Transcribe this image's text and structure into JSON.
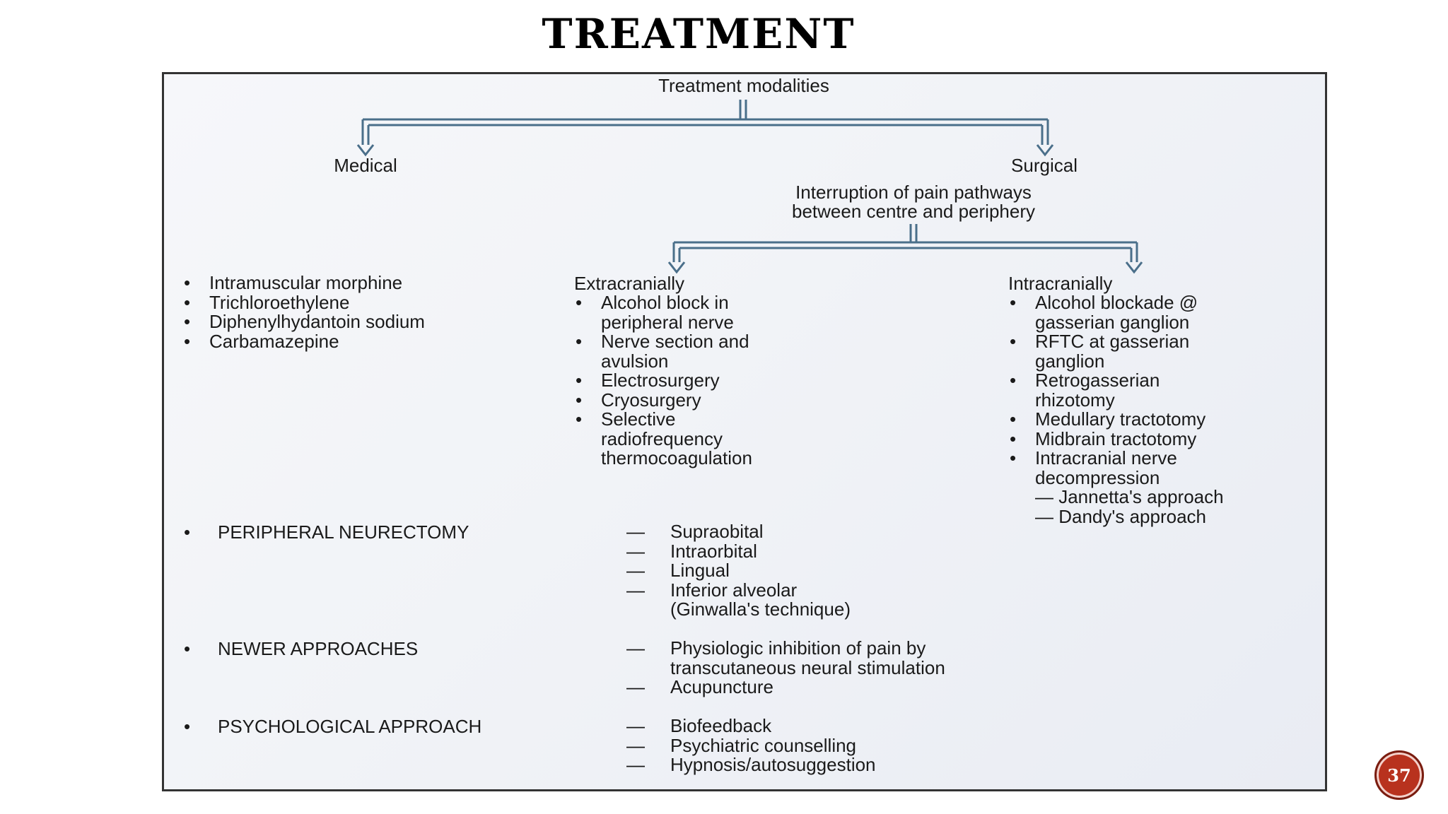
{
  "slide": {
    "title": "TREATMENT",
    "page_number": "37"
  },
  "diagram": {
    "root": "Treatment modalities",
    "medical": {
      "label": "Medical",
      "items": [
        "Intramuscular morphine",
        "Trichloroethylene",
        "Diphenylhydantoin sodium",
        "Carbamazepine"
      ]
    },
    "surgical": {
      "label": "Surgical",
      "subtitle_line1": "Interruption of pain pathways",
      "subtitle_line2": "between centre and periphery",
      "extracranial": {
        "label": "Extracranially",
        "items": [
          [
            "Alcohol block in",
            "peripheral nerve"
          ],
          [
            "Nerve section and",
            "avulsion"
          ],
          [
            "Electrosurgery"
          ],
          [
            "Cryosurgery"
          ],
          [
            "Selective",
            "radiofrequency",
            "thermocoagulation"
          ]
        ]
      },
      "intracranial": {
        "label": "Intracranially",
        "items": [
          [
            "Alcohol blockade @",
            "gasserian ganglion"
          ],
          [
            "RFTC at gasserian",
            "ganglion"
          ],
          [
            "Retrogasserian",
            "rhizotomy"
          ],
          [
            "Medullary tractotomy"
          ],
          [
            "Midbrain tractotomy"
          ],
          [
            "Intracranial nerve",
            "decompression"
          ]
        ],
        "sub_items": [
          "— Jannetta's approach",
          "— Dandy's approach"
        ]
      }
    },
    "peripheral_neurectomy": {
      "label": "PERIPHERAL NEURECTOMY",
      "items": [
        "Supraobital",
        "Intraorbital",
        "Lingual",
        "Inferior alveolar"
      ],
      "continuation": "(Ginwalla's technique)"
    },
    "newer_approaches": {
      "label": "NEWER APPROACHES",
      "item1_line1": "Physiologic inhibition of pain by",
      "item1_line2": "transcutaneous neural stimulation",
      "item2": "Acupuncture"
    },
    "psychological_approach": {
      "label": "PSYCHOLOGICAL APPROACH",
      "items": [
        "Biofeedback",
        "Psychiatric counselling",
        "Hypnosis/autosuggestion"
      ]
    }
  },
  "colors": {
    "connector": "#4a6f8a",
    "badge": "#b8321e"
  }
}
